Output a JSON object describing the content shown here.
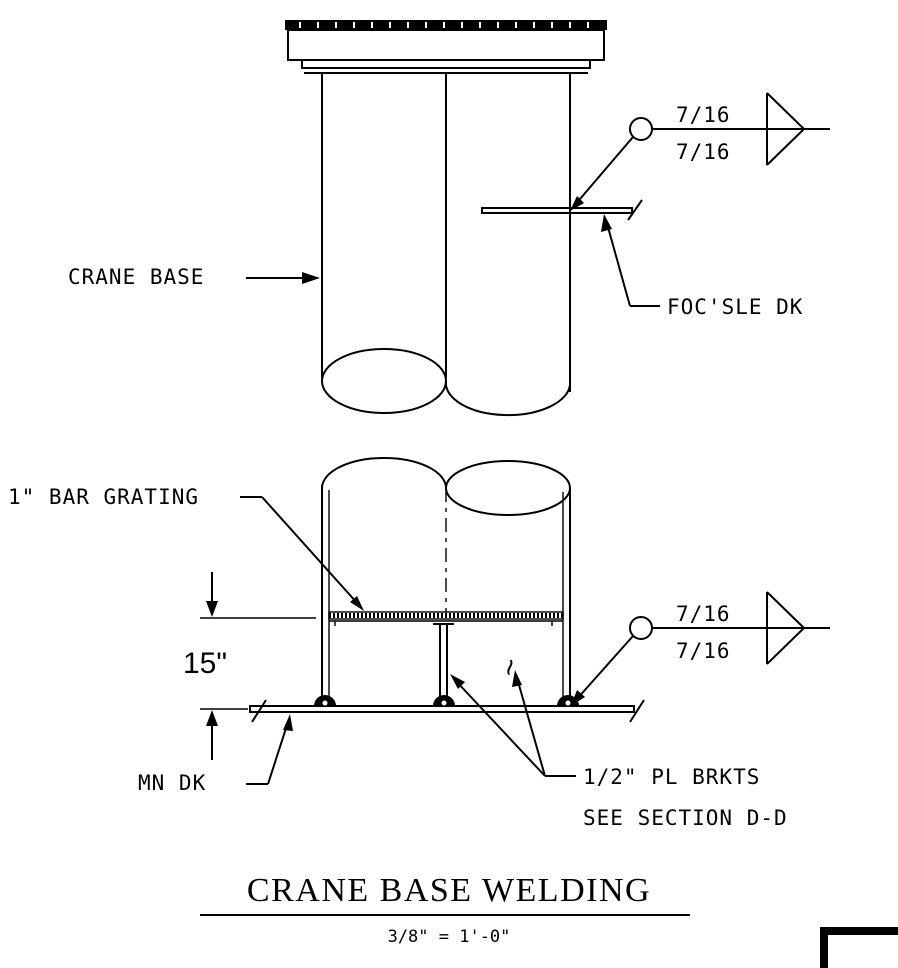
{
  "labels": {
    "crane_base": "CRANE BASE",
    "focsle_dk": "FOC'SLE DK",
    "bar_grating": "1\" BAR GRATING",
    "mn_dk": "MN DK",
    "brackets_line1": "1/2\" PL BRKTS",
    "brackets_line2": "SEE SECTION D-D",
    "weld_top_upper": "7/16",
    "weld_top_lower": "7/16",
    "weld_bottom_upper": "7/16",
    "weld_bottom_lower": "7/16",
    "dimension": "15\"",
    "bracket_symbol": "~"
  },
  "title": {
    "main": "CRANE BASE WELDING",
    "scale": "3/8\" = 1'-0\""
  }
}
